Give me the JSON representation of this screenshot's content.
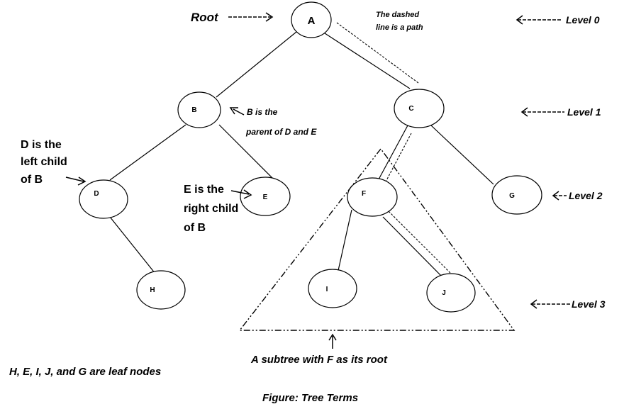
{
  "nodes": {
    "A": "A",
    "B": "B",
    "C": "C",
    "D": "D",
    "E": "E",
    "F": "F",
    "G": "G",
    "H": "H",
    "I": "I",
    "J": "J"
  },
  "annotations": {
    "root": "Root",
    "dashed_line_1": "The dashed",
    "dashed_line_2": "line is a path",
    "b_parent_1": "B is the",
    "b_parent_2": "parent of D and E",
    "d_left_1": "D is the",
    "d_left_2": "left child",
    "d_left_3": "of B",
    "e_right_1": "E is the",
    "e_right_2": "right child",
    "e_right_3": "of B",
    "subtree": "A subtree with F as its root",
    "leaf_nodes": "H, E, I, J, and G are leaf nodes",
    "caption": "Figure: Tree Terms"
  },
  "levels": [
    "Level 0",
    "Level 1",
    "Level 2",
    "Level 3"
  ]
}
